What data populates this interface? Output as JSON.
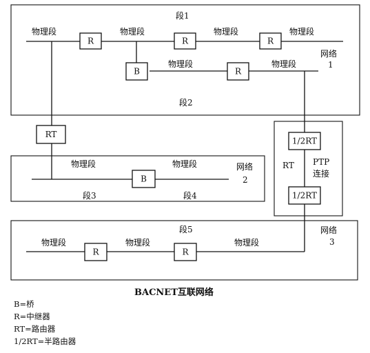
{
  "segments": {
    "seg1": "段1",
    "seg2": "段2",
    "seg3": "段3",
    "seg4": "段4",
    "seg5": "段5"
  },
  "physical_segment": "物理段",
  "networks": {
    "net1": [
      "网络",
      "1"
    ],
    "net2": [
      "网络",
      "2"
    ],
    "net3": [
      "网络",
      "3"
    ]
  },
  "devices": {
    "repeater": "R",
    "bridge": "B",
    "router": "RT",
    "half_router": "1/2RT"
  },
  "ptp_link": {
    "rt_label": "RT",
    "ptp_label": [
      "PTP",
      "连接"
    ]
  },
  "caption": "BACNET互联网络",
  "legend": [
    "B=桥",
    "R=中继器",
    "RT=路由器",
    "1/2RT=半路由器"
  ]
}
